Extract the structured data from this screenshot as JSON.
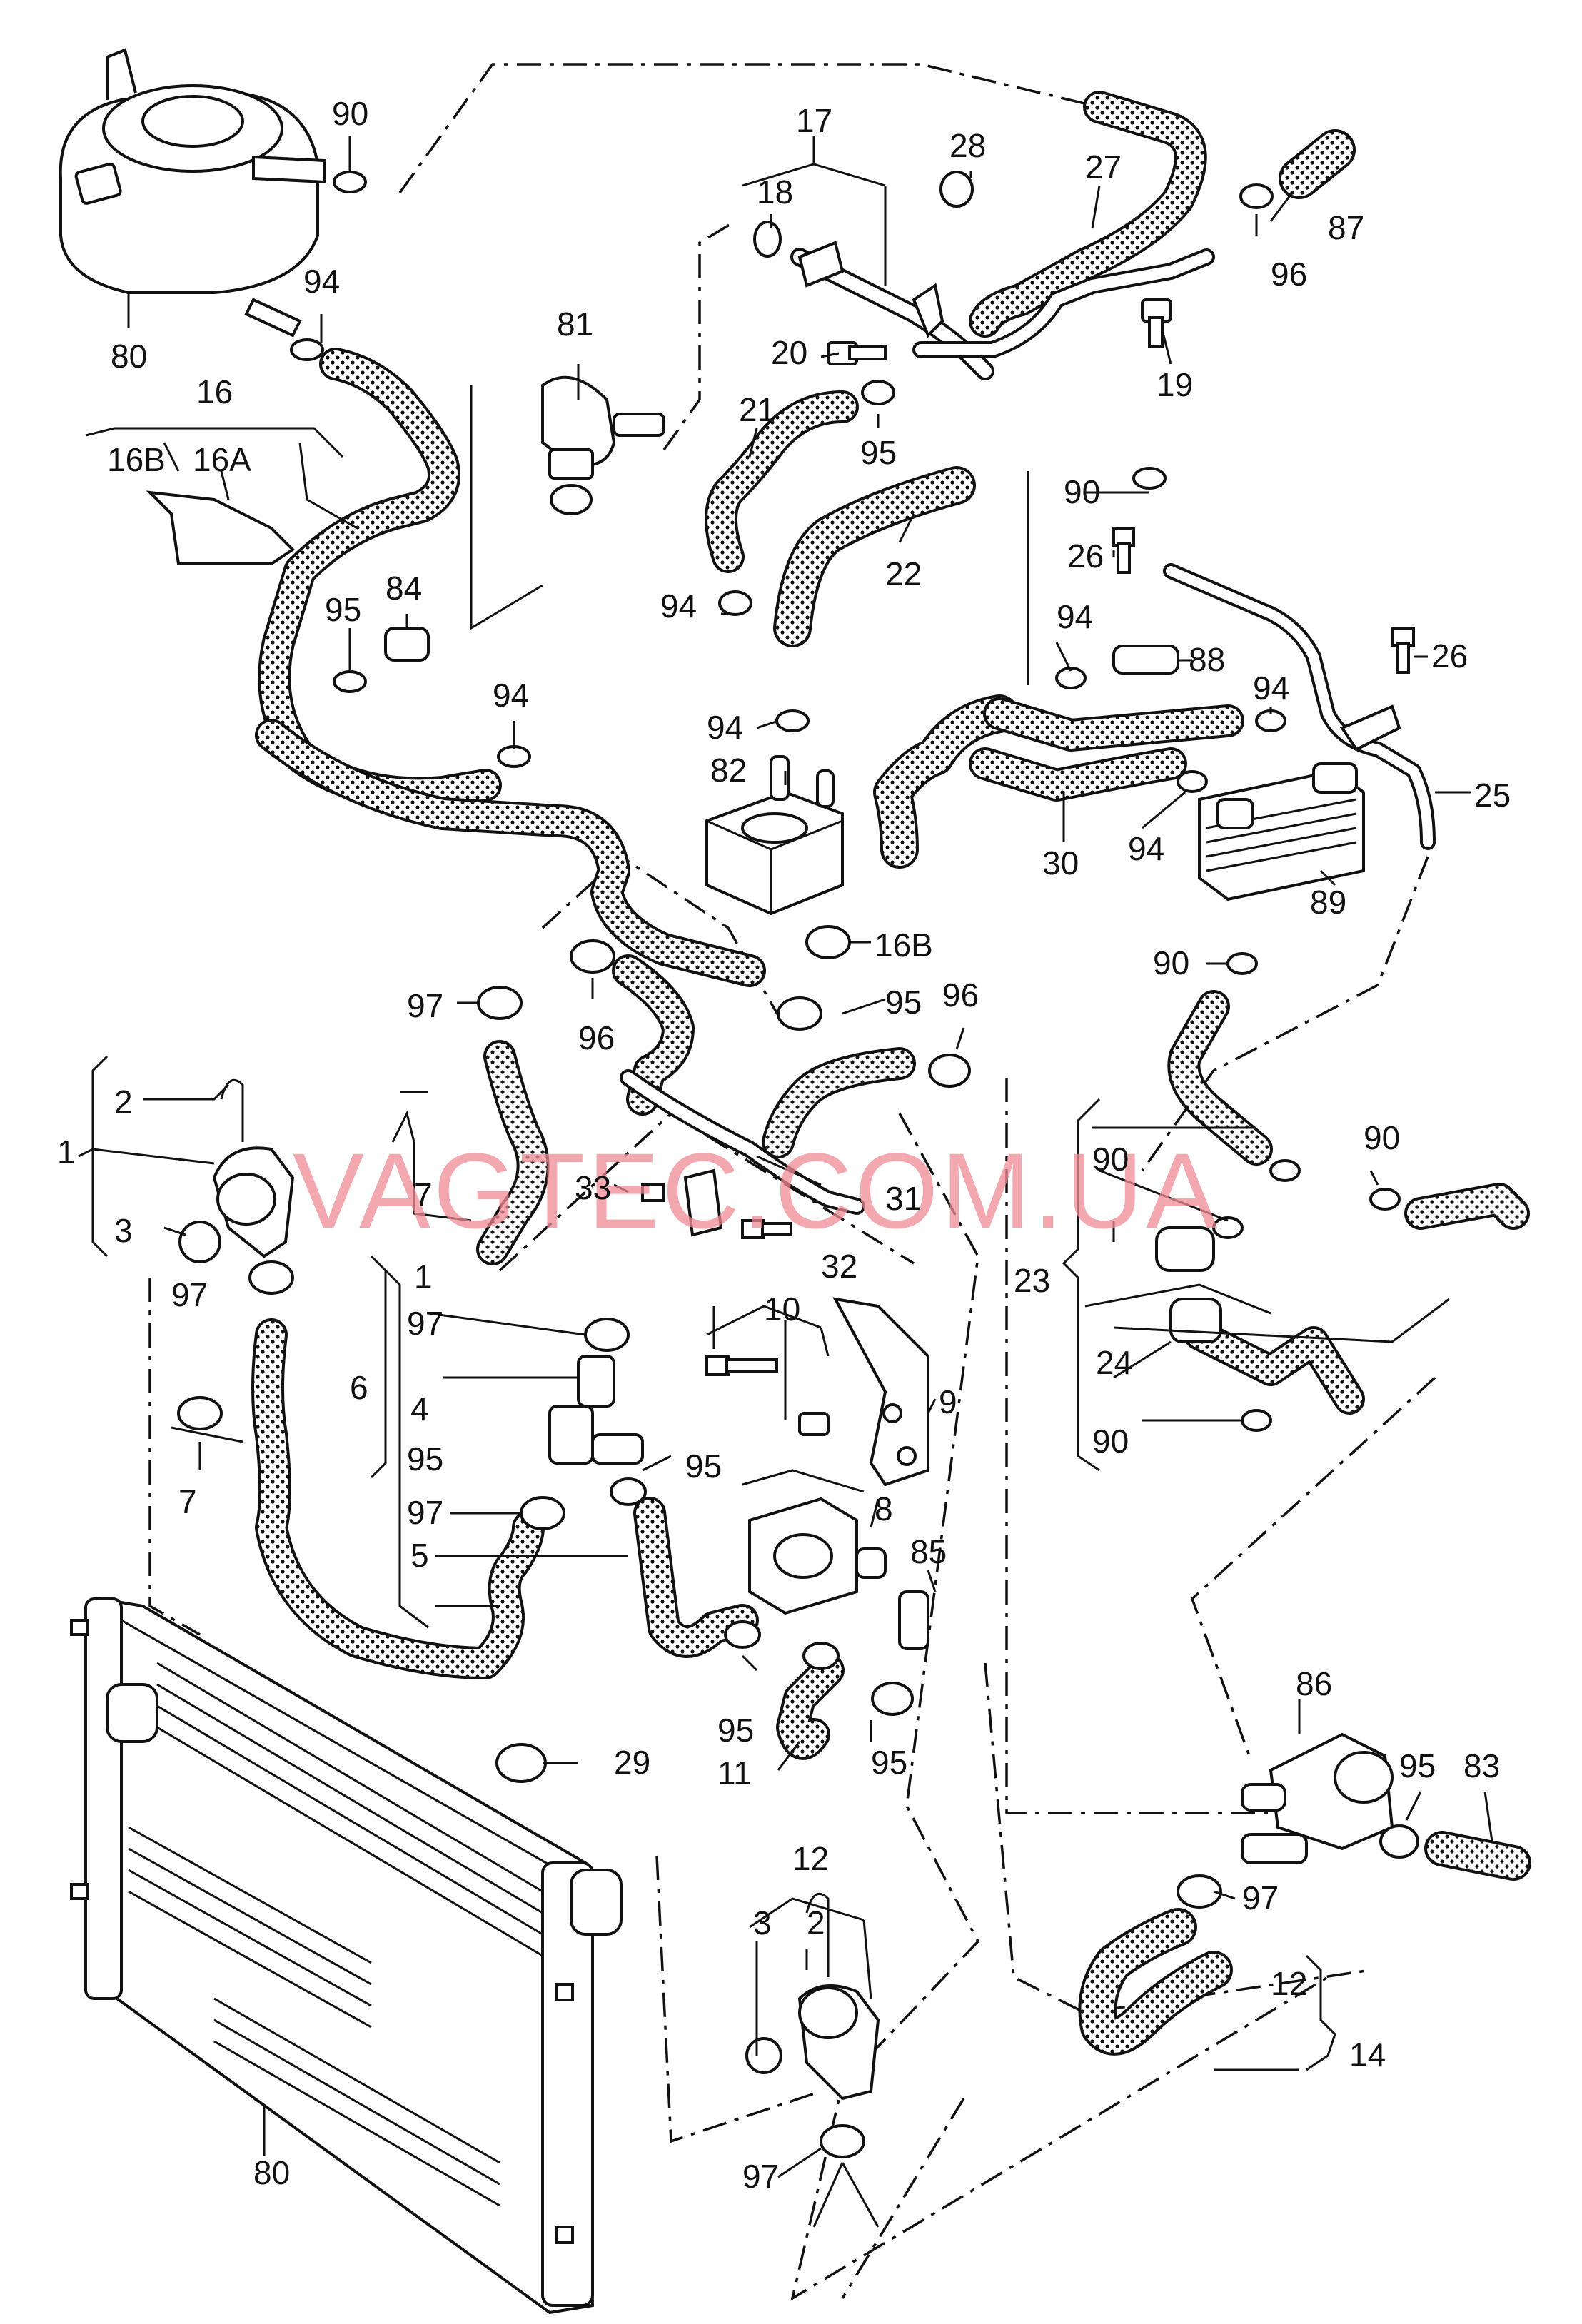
{
  "watermark": "VAGTEC.COM.UA",
  "colors": {
    "line": "#111111",
    "hose_fill": "#ffffff",
    "watermark": "#f08a94",
    "background": "#ffffff"
  },
  "callouts": [
    {
      "id": "90a",
      "text": "90"
    },
    {
      "id": "94a",
      "text": "94"
    },
    {
      "id": "80a",
      "text": "80"
    },
    {
      "id": "16",
      "text": "16"
    },
    {
      "id": "16B",
      "text": "16B"
    },
    {
      "id": "16A",
      "text": "16A"
    },
    {
      "id": "81",
      "text": "81"
    },
    {
      "id": "95a",
      "text": "95"
    },
    {
      "id": "84",
      "text": "84"
    },
    {
      "id": "94b",
      "text": "94"
    },
    {
      "id": "17",
      "text": "17"
    },
    {
      "id": "18",
      "text": "18"
    },
    {
      "id": "28",
      "text": "28"
    },
    {
      "id": "27",
      "text": "27"
    },
    {
      "id": "87",
      "text": "87"
    },
    {
      "id": "96a",
      "text": "96"
    },
    {
      "id": "19",
      "text": "19"
    },
    {
      "id": "20",
      "text": "20"
    },
    {
      "id": "21",
      "text": "21"
    },
    {
      "id": "95b",
      "text": "95"
    },
    {
      "id": "22",
      "text": "22"
    },
    {
      "id": "90b",
      "text": "90"
    },
    {
      "id": "26a",
      "text": "26"
    },
    {
      "id": "94c",
      "text": "94"
    },
    {
      "id": "94d",
      "text": "94"
    },
    {
      "id": "88",
      "text": "88"
    },
    {
      "id": "26b",
      "text": "26"
    },
    {
      "id": "94e",
      "text": "94"
    },
    {
      "id": "94f",
      "text": "94"
    },
    {
      "id": "82",
      "text": "82"
    },
    {
      "id": "30",
      "text": "30"
    },
    {
      "id": "94g",
      "text": "94"
    },
    {
      "id": "25",
      "text": "25"
    },
    {
      "id": "89",
      "text": "89"
    },
    {
      "id": "16Bb",
      "text": "16B"
    },
    {
      "id": "90c",
      "text": "90"
    },
    {
      "id": "97a",
      "text": "97"
    },
    {
      "id": "96b",
      "text": "96"
    },
    {
      "id": "95c",
      "text": "95"
    },
    {
      "id": "96c",
      "text": "96"
    },
    {
      "id": "2a",
      "text": "2"
    },
    {
      "id": "1a",
      "text": "1"
    },
    {
      "id": "3a",
      "text": "3"
    },
    {
      "id": "7a",
      "text": "7"
    },
    {
      "id": "33",
      "text": "33"
    },
    {
      "id": "31",
      "text": "31"
    },
    {
      "id": "1b",
      "text": "1"
    },
    {
      "id": "32",
      "text": "32"
    },
    {
      "id": "90d",
      "text": "90"
    },
    {
      "id": "90e",
      "text": "90"
    },
    {
      "id": "23",
      "text": "23"
    },
    {
      "id": "97b",
      "text": "97"
    },
    {
      "id": "97c",
      "text": "97"
    },
    {
      "id": "10",
      "text": "10"
    },
    {
      "id": "6",
      "text": "6"
    },
    {
      "id": "4",
      "text": "4"
    },
    {
      "id": "9",
      "text": "9"
    },
    {
      "id": "24",
      "text": "24"
    },
    {
      "id": "95d",
      "text": "95"
    },
    {
      "id": "7b",
      "text": "7"
    },
    {
      "id": "95e",
      "text": "95"
    },
    {
      "id": "90f",
      "text": "90"
    },
    {
      "id": "97d",
      "text": "97"
    },
    {
      "id": "8",
      "text": "8"
    },
    {
      "id": "5",
      "text": "5"
    },
    {
      "id": "85",
      "text": "85"
    },
    {
      "id": "29",
      "text": "29"
    },
    {
      "id": "95f",
      "text": "95"
    },
    {
      "id": "95g",
      "text": "95"
    },
    {
      "id": "11",
      "text": "11"
    },
    {
      "id": "86",
      "text": "86"
    },
    {
      "id": "95h",
      "text": "95"
    },
    {
      "id": "83",
      "text": "83"
    },
    {
      "id": "12a",
      "text": "12"
    },
    {
      "id": "3b",
      "text": "3"
    },
    {
      "id": "2b",
      "text": "2"
    },
    {
      "id": "97e",
      "text": "97"
    },
    {
      "id": "12b",
      "text": "12"
    },
    {
      "id": "14",
      "text": "14"
    },
    {
      "id": "80b",
      "text": "80"
    },
    {
      "id": "97f",
      "text": "97"
    }
  ]
}
